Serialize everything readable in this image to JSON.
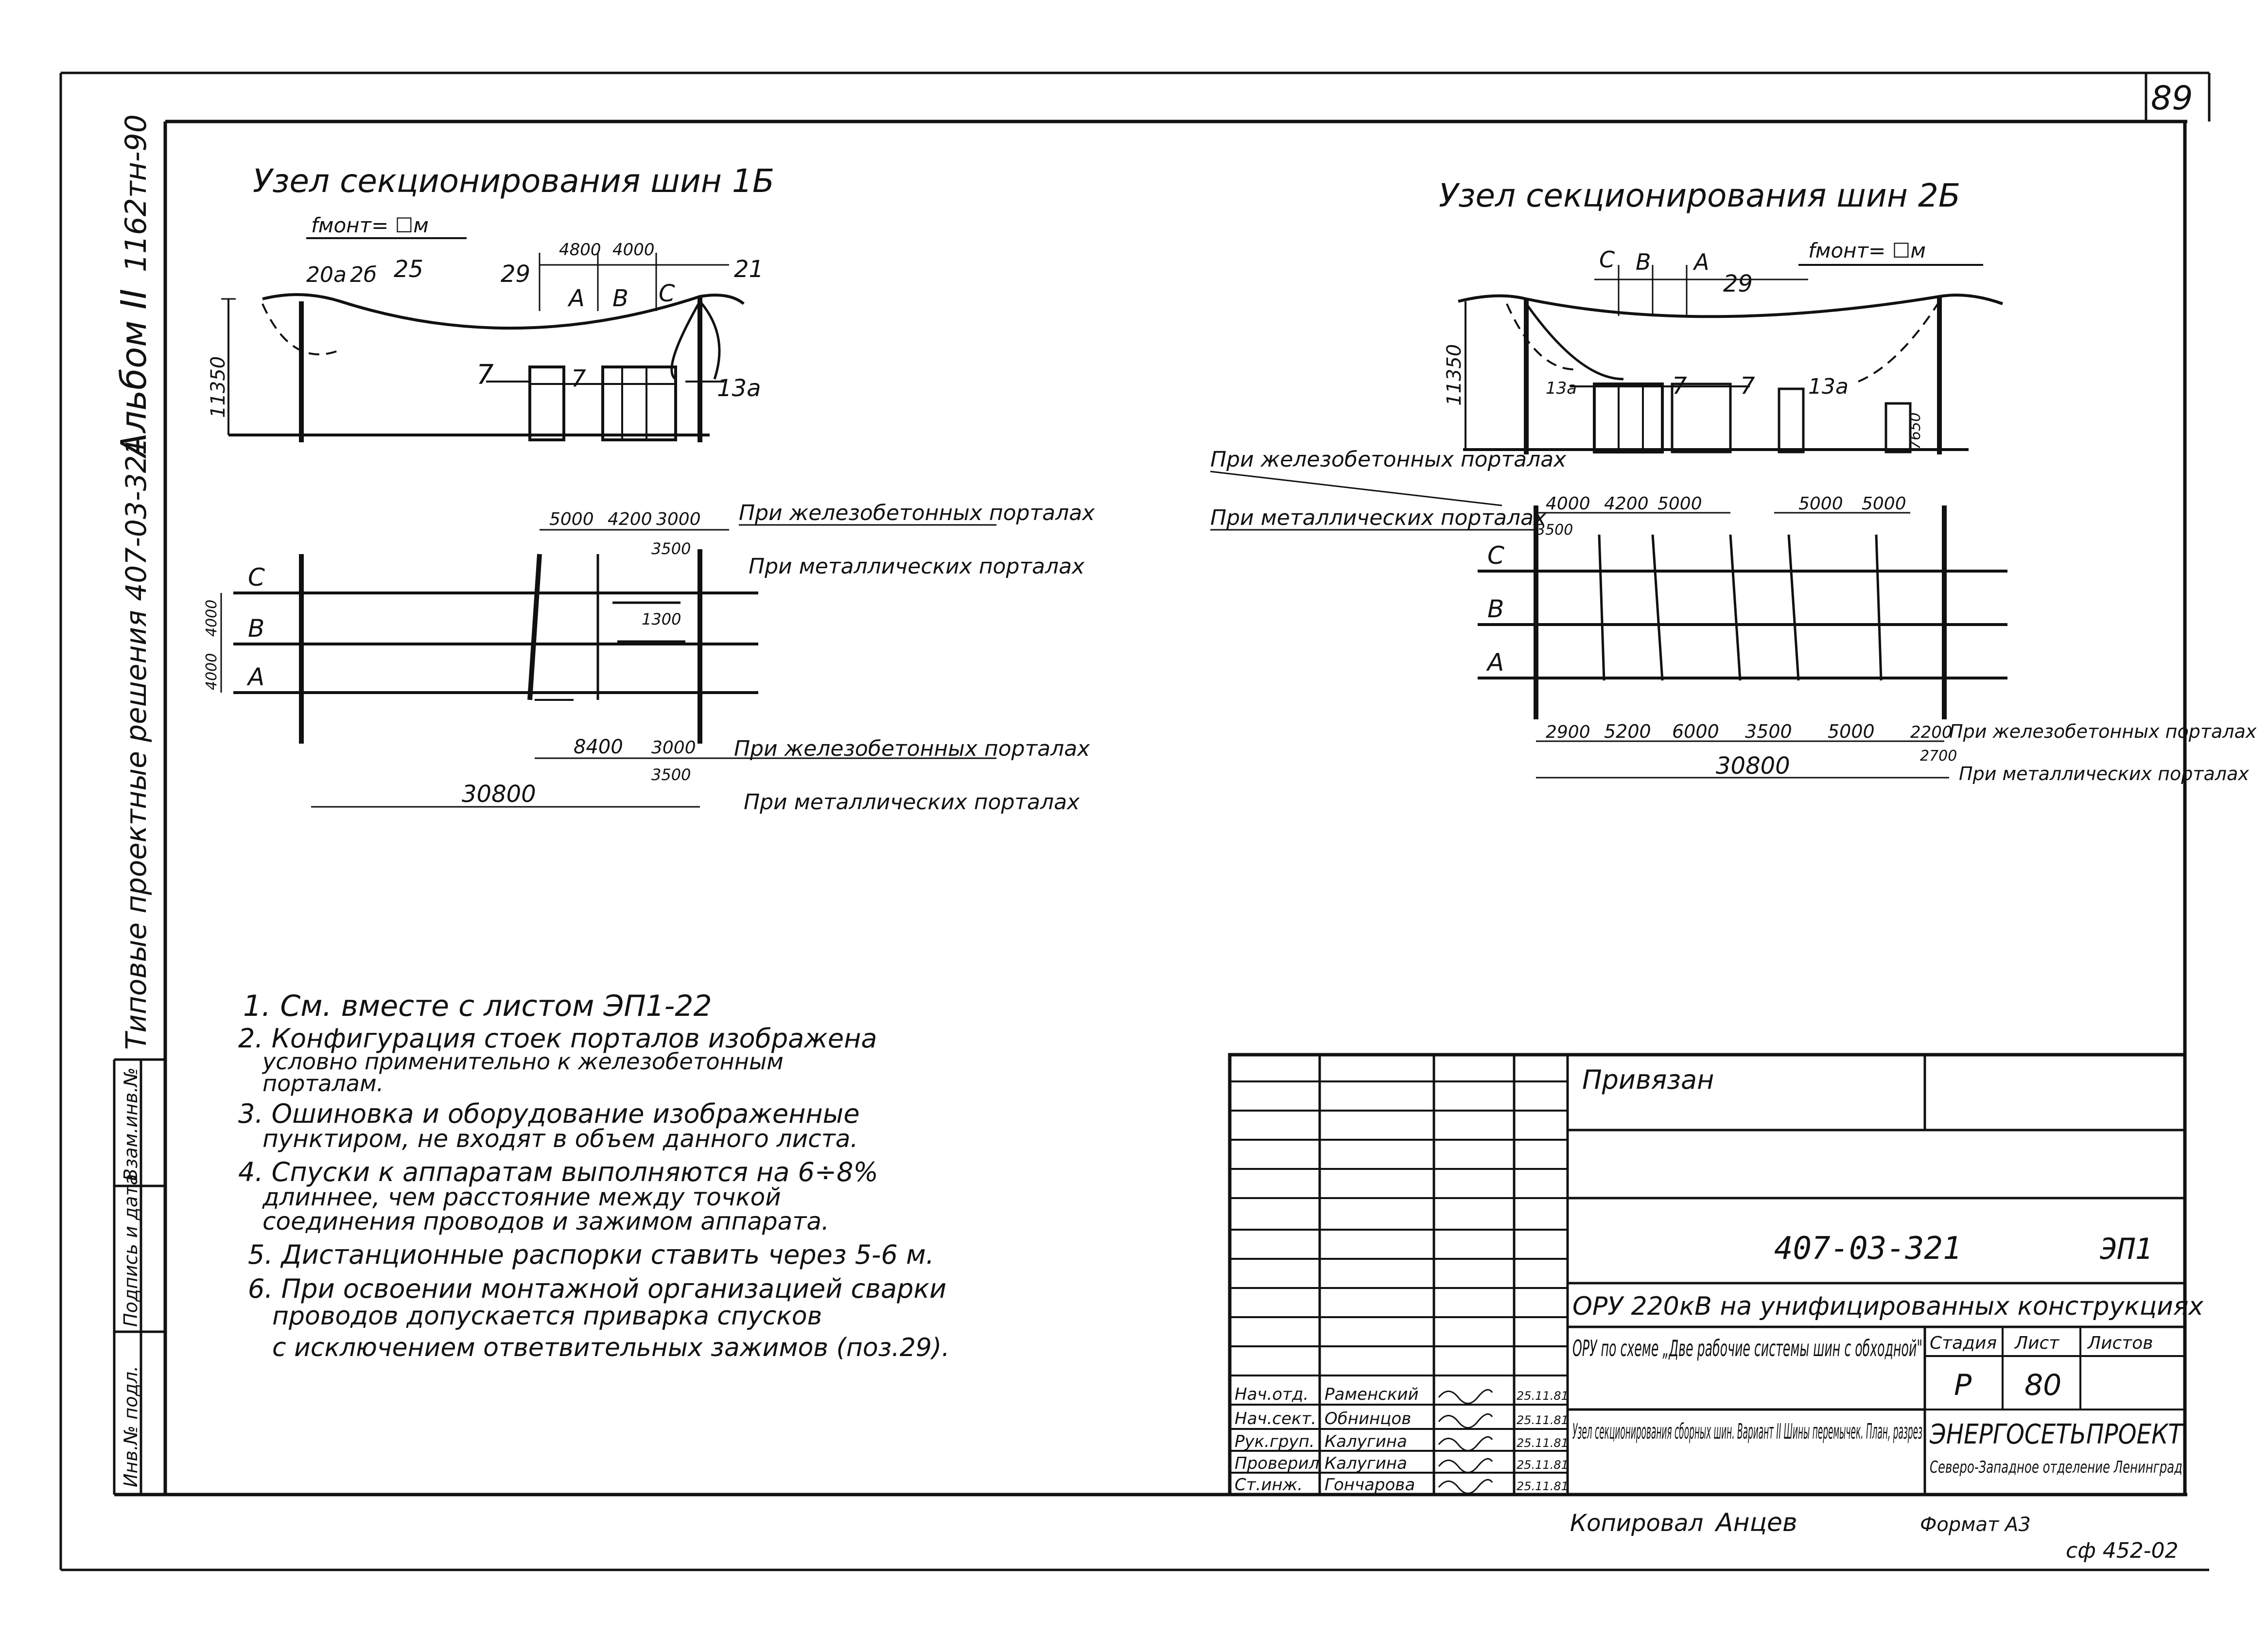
{
  "sheet_number": "89",
  "left_margin": {
    "code": "1162тн-90",
    "album": "Альбом II",
    "series": "Типовые проектные решения 407-03-321",
    "labels": [
      "Взам.инв.№",
      "Подпись и дата",
      "Инв.№ подл."
    ]
  },
  "diagram_left": {
    "title": "Узел секционирования шин 1Б",
    "sag": "fмонт= ☐м",
    "height": "11350",
    "section_labels": [
      "20а",
      "2б",
      "25",
      "29",
      "А",
      "В",
      "С",
      "21",
      "7",
      "7",
      "13а"
    ],
    "top_dims": [
      "4800",
      "4000"
    ],
    "plan_phases": [
      "С",
      "В",
      "А"
    ],
    "plan_dims_top": [
      "5000",
      "4200",
      "3000",
      "3500",
      "1300"
    ],
    "plan_dims_side": [
      "4000",
      "4000"
    ],
    "plan_dims_bottom": [
      "8400",
      "3000",
      "3500",
      "30800"
    ],
    "note_rc": "При железобетонных порталах",
    "note_metal": "При металлических порталах"
  },
  "diagram_right": {
    "title": "Узел секционирования шин 2Б",
    "sag": "fмонт= ☐м",
    "height": "11350",
    "section_labels": [
      "С",
      "В",
      "А",
      "29",
      "13а",
      "7",
      "7",
      "13а",
      "7650"
    ],
    "plan_phases": [
      "С",
      "В",
      "А"
    ],
    "plan_dims_top": [
      "4000",
      "4200",
      "5000",
      "5000",
      "5000",
      "3500"
    ],
    "plan_dims_bottom": [
      "2900",
      "5200",
      "6000",
      "3500",
      "5000",
      "2200",
      "2700",
      "30800"
    ],
    "note_rc": "При железобетонных порталах",
    "note_metal": "При металлических порталах"
  },
  "notes": [
    "1. См. вместе с листом ЭП1-22",
    "2. Конфигурация стоек порталов изображена",
    "условно применительно к железобетонным",
    "порталам.",
    "3. Ошиновка и оборудование изображенные",
    "пунктиром, не входят в объем данного листа.",
    "4. Спуски к аппаратам выполняются на 6÷8%",
    "длиннее, чем расстояние между точкой",
    "соединения проводов и зажимом аппарата.",
    "5. Дистанционные распорки ставить через 5-6 м.",
    "6. При освоении монтажной организацией сварки",
    "проводов допускается приварка спусков",
    "с исключением ответвительных зажимов (поз.29)."
  ],
  "title_block": {
    "privyazan": "Привязан",
    "doc_code": "407-03-321",
    "sheet_mark": "ЭП1",
    "project": "ОРУ 220кВ на унифицированных конструкциях",
    "scheme": "ОРУ по схеме „Две рабочие системы шин с обходной\"",
    "sheet_title": "Узел секционирования сборных шин. Вариант II Шины перемычек. План, разрез",
    "stage_label": "Стадия",
    "sheet_label": "Лист",
    "sheets_label": "Листов",
    "stage": "Р",
    "sheet": "80",
    "org": "ЭНЕРГОСЕТЬПРОЕКТ",
    "org_sub": "Северо-Западное отделение Ленинград",
    "people": [
      {
        "role": "Нач.отд.",
        "name": "Раменский",
        "date": "25.11.81"
      },
      {
        "role": "Нач.сект.",
        "name": "Обнинцов",
        "date": "25.11.81"
      },
      {
        "role": "Рук.груп.",
        "name": "Калугина",
        "date": "25.11.81"
      },
      {
        "role": "Проверил",
        "name": "Калугина",
        "date": "25.11.81"
      },
      {
        "role": "Ст.инж.",
        "name": "Гончарова",
        "date": "25.11.81"
      }
    ],
    "copied": "Копировал",
    "copier": "Анцев",
    "format": "Формат А3",
    "stamp": "сф 452-02"
  }
}
